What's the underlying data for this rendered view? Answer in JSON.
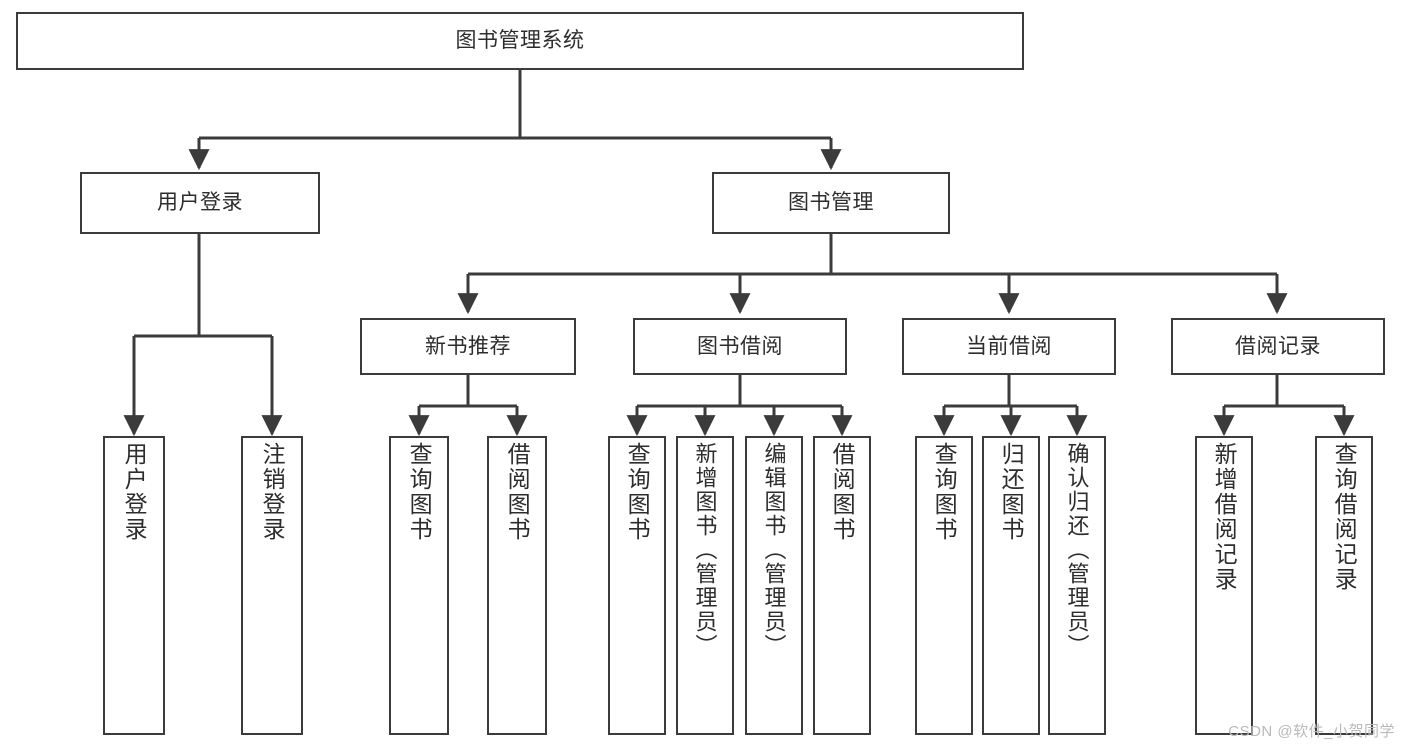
{
  "diagram": {
    "type": "tree",
    "title": "图书管理系统",
    "colors": {
      "box_border": "#3b3b3b",
      "box_fill": "#ffffff",
      "connector": "#3b3b3b",
      "text": "#2d2d2d",
      "watermark": "#b9b9b9"
    },
    "root": {
      "label": "图书管理系统"
    },
    "level2": [
      {
        "label": "用户登录"
      },
      {
        "label": "图书管理"
      }
    ],
    "level3": [
      {
        "label": "新书推荐"
      },
      {
        "label": "图书借阅"
      },
      {
        "label": "当前借阅"
      },
      {
        "label": "借阅记录"
      }
    ],
    "leaves": [
      {
        "label": "用户登录",
        "parent": "用户登录"
      },
      {
        "label": "注销登录",
        "parent": "用户登录"
      },
      {
        "label": "查询图书",
        "parent": "新书推荐"
      },
      {
        "label": "借阅图书",
        "parent": "新书推荐"
      },
      {
        "label": "查询图书",
        "parent": "图书借阅"
      },
      {
        "label": "新增图书（管理员）",
        "parent": "图书借阅"
      },
      {
        "label": "编辑图书（管理员）",
        "parent": "图书借阅"
      },
      {
        "label": "借阅图书",
        "parent": "图书借阅"
      },
      {
        "label": "查询图书",
        "parent": "当前借阅"
      },
      {
        "label": "归还图书",
        "parent": "当前借阅"
      },
      {
        "label": "确认归还（管理员）",
        "parent": "当前借阅"
      },
      {
        "label": "新增借阅记录",
        "parent": "借阅记录"
      },
      {
        "label": "查询借阅记录",
        "parent": "借阅记录"
      }
    ],
    "watermark": "CSDN @软件_小贺同学"
  }
}
